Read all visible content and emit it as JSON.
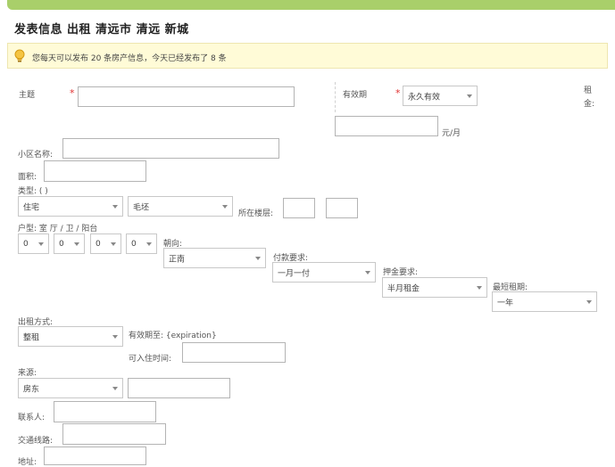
{
  "header": {
    "title": "发表信息  出租  清远市  清远  新城"
  },
  "notice": {
    "text": "您每天可以发布 20 条房产信息，今天已经发布了 8 条"
  },
  "form": {
    "subject_label": "主题",
    "valid_label": "有效期",
    "valid_value": "永久有效",
    "rent_label": "租金:",
    "rent_unit": "元/月",
    "community_label": "小区名称:",
    "area_label": "面积:",
    "type_label": "类型: ( )",
    "type_value": "住宅",
    "decor_value": "毛坯",
    "floor_label": "所在楼层:",
    "layout_label": "户型: 室 厅 / 卫 / 阳台",
    "rooms": [
      "0",
      "0",
      "0",
      "0"
    ],
    "orientation_label": "朝向:",
    "orientation_value": "正南",
    "payment_label": "付款要求:",
    "payment_value": "一月一付",
    "deposit_label": "押金要求:",
    "deposit_value": "半月租金",
    "min_lease_label": "最短租期:",
    "min_lease_value": "一年",
    "rent_mode_label": "出租方式:",
    "rent_mode_value": "整租",
    "expire_label": "有效期至: {expiration}",
    "movein_label": "可入住时间:",
    "source_label": "来源:",
    "source_value": "房东",
    "contact_label": "联系人:",
    "transit_label": "交通线路:",
    "address_label": "地址:"
  }
}
